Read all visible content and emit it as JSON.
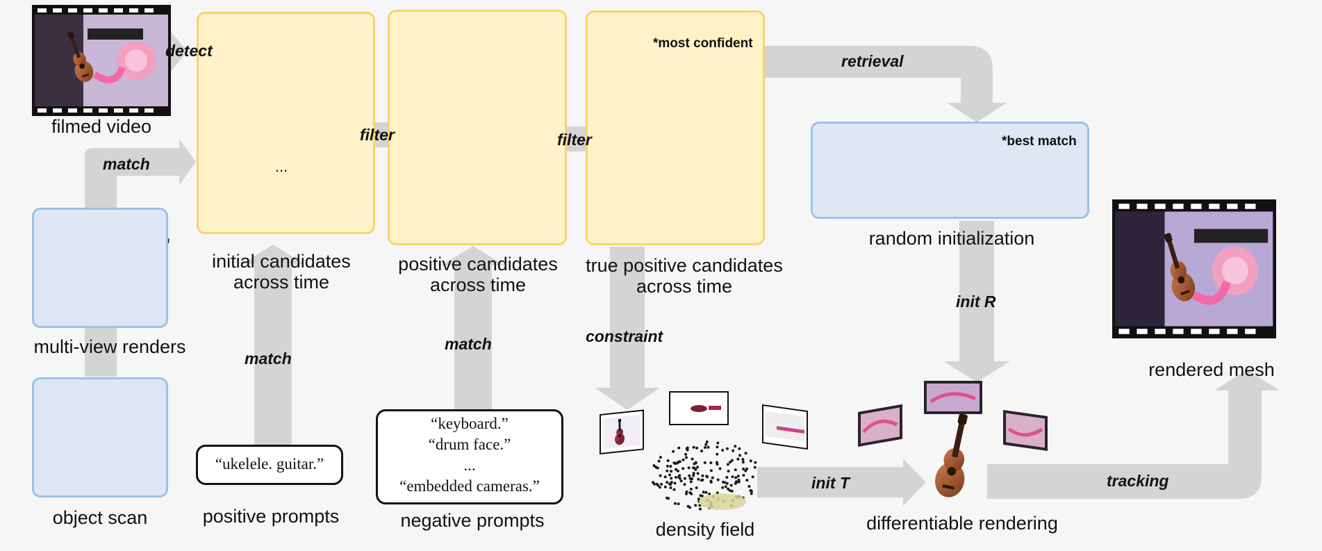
{
  "stages": {
    "filmed_video": "filmed video",
    "multi_view": "multi-view renders",
    "object_scan": "object scan",
    "initial_candidates": [
      "initial candidates",
      "across time"
    ],
    "positive_candidates": [
      "positive candidates",
      "across time"
    ],
    "true_positive_candidates": [
      "true positive candidates",
      "across time"
    ],
    "random_init": "random initialization",
    "rendered_mesh": "rendered mesh",
    "density_field": "density field",
    "diff_rendering": "differentiable rendering",
    "positive_prompts": "positive prompts",
    "negative_prompts": "negative prompts"
  },
  "edges": {
    "detect": "detect",
    "match_top": "match",
    "filter1": "filter",
    "filter2": "filter",
    "retrieval": "retrieval",
    "match_pos": "match",
    "match_neg": "match",
    "constraint": "constraint",
    "init_r": "init R",
    "init_t": "init T",
    "tracking": "tracking"
  },
  "notes": {
    "most_confident": "*most confident",
    "best_match": "*best match",
    "ellipsis": "..."
  },
  "prompts": {
    "positive": [
      "“ukelele. guitar.”"
    ],
    "negative": [
      "“keyboard.”",
      "“drum face.”",
      "...",
      "“embedded cameras.”"
    ]
  },
  "colors": {
    "arrow": "#d4d4d4",
    "candidate_fill": "#fff2c8",
    "candidate_border": "#f7d46d",
    "render_fill": "#dfe7f4",
    "render_border": "#9cc2e8",
    "highlight": "#e02020"
  }
}
